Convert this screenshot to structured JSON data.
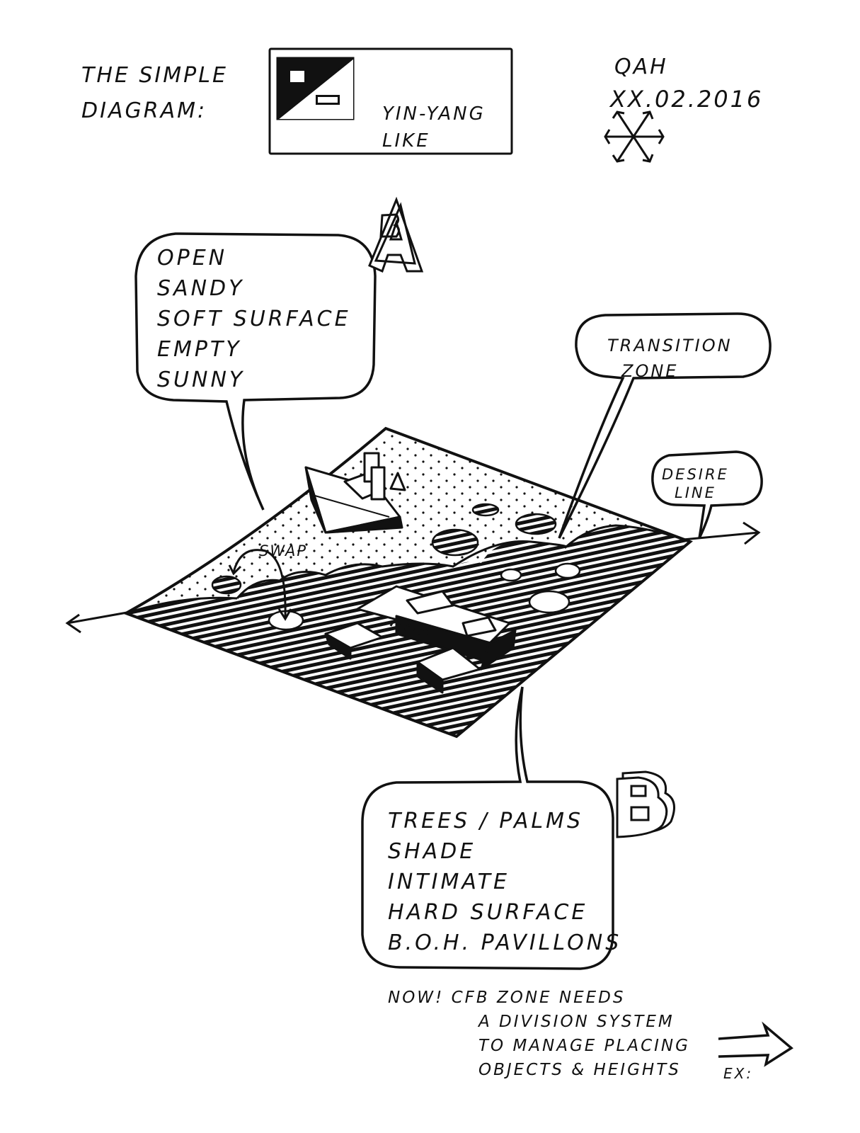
{
  "header": {
    "title_lines": [
      "THE SIMPLE",
      "DIAGRAM:"
    ],
    "box_label_lines": [
      "YIN-YANG",
      "LIKE"
    ],
    "author": "QAH",
    "date": "XX.02.2016"
  },
  "bubble_a": {
    "marker": "A",
    "items": [
      "OPEN",
      "SANDY",
      "SOFT SURFACE",
      "EMPTY",
      "SUNNY"
    ]
  },
  "bubble_b": {
    "marker": "B",
    "items": [
      "TREES / PALMS",
      "SHADE",
      "INTIMATE",
      "HARD SURFACE",
      "B.O.H. PAVILLONS"
    ]
  },
  "transition_bubble": {
    "lines": [
      "TRANSITION",
      "ZONE"
    ]
  },
  "desire_bubble": {
    "lines": [
      "DESIRE",
      "LINE"
    ]
  },
  "swap_label": "SWAP",
  "note": {
    "lines": [
      "NOW! CFB ZONE NEEDS",
      "A DIVISION SYSTEM",
      "TO MANAGE PLACING",
      "OBJECTS & HEIGHTS"
    ],
    "ex_label": "EX:"
  },
  "icons": [
    "snowflake-icon",
    "arrow-right-icon",
    "yin-yang-icon"
  ],
  "colors": {
    "ink": "#111111",
    "paper": "#ffffff"
  }
}
